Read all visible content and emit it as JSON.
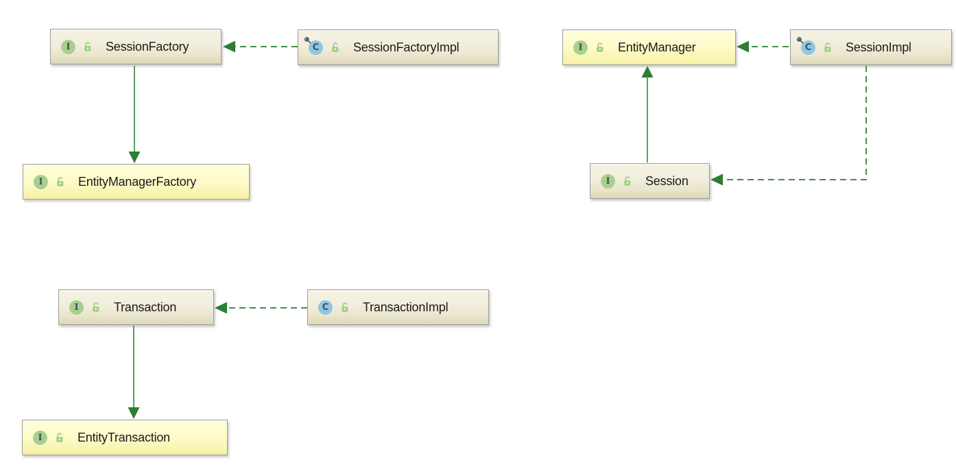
{
  "diagram": {
    "description": "UML class diagram of Hibernate and JPA session/transaction types",
    "nodes": [
      {
        "id": "session-factory",
        "label": "SessionFactory",
        "kind": "interface",
        "icon_letter": "I",
        "theme": "cream",
        "pinned": false
      },
      {
        "id": "session-factory-impl",
        "label": "SessionFactoryImpl",
        "kind": "class",
        "icon_letter": "C",
        "theme": "cream",
        "pinned": true
      },
      {
        "id": "entity-manager-factory",
        "label": "EntityManagerFactory",
        "kind": "interface",
        "icon_letter": "I",
        "theme": "yellow",
        "pinned": false
      },
      {
        "id": "entity-manager",
        "label": "EntityManager",
        "kind": "interface",
        "icon_letter": "I",
        "theme": "yellow",
        "pinned": false
      },
      {
        "id": "session-impl",
        "label": "SessionImpl",
        "kind": "class",
        "icon_letter": "C",
        "theme": "cream",
        "pinned": true
      },
      {
        "id": "session",
        "label": "Session",
        "kind": "interface",
        "icon_letter": "I",
        "theme": "cream",
        "pinned": false
      },
      {
        "id": "transaction",
        "label": "Transaction",
        "kind": "interface",
        "icon_letter": "I",
        "theme": "cream",
        "pinned": false
      },
      {
        "id": "transaction-impl",
        "label": "TransactionImpl",
        "kind": "class",
        "icon_letter": "C",
        "theme": "cream",
        "pinned": false
      },
      {
        "id": "entity-transaction",
        "label": "EntityTransaction",
        "kind": "interface",
        "icon_letter": "I",
        "theme": "yellow",
        "pinned": false
      }
    ],
    "edges": [
      {
        "from": "SessionFactoryImpl",
        "to": "SessionFactory",
        "line": "dashed",
        "direction": "left"
      },
      {
        "from": "SessionFactory",
        "to": "EntityManagerFactory",
        "line": "solid",
        "direction": "down"
      },
      {
        "from": "SessionImpl",
        "to": "EntityManager",
        "line": "dashed",
        "direction": "left"
      },
      {
        "from": "Session",
        "to": "EntityManager",
        "line": "solid",
        "direction": "up"
      },
      {
        "from": "SessionImpl",
        "to": "Session",
        "line": "dashed",
        "direction": "down-then-left"
      },
      {
        "from": "TransactionImpl",
        "to": "Transaction",
        "line": "dashed",
        "direction": "left"
      },
      {
        "from": "Transaction",
        "to": "EntityTransaction",
        "line": "solid",
        "direction": "down"
      }
    ],
    "colors": {
      "node_cream_top": "#f5f2e3",
      "node_cream_bottom": "#ddd8b8",
      "node_yellow_top": "#ffffdc",
      "node_yellow_bottom": "#f6f1a6",
      "node_border": "#9b9b9b",
      "edge_solid": "#5aa05a",
      "edge_dashed": "#3f9143",
      "arrowhead": "#2d7d32",
      "interface_icon_bg": "#a9cf8e",
      "class_icon_bg": "#8fc6e2",
      "icon_letter": "#40505a",
      "lock_green": "#a2cf85",
      "pin_gray": "#4e5d66",
      "label_text": "#1a1a1a"
    }
  }
}
